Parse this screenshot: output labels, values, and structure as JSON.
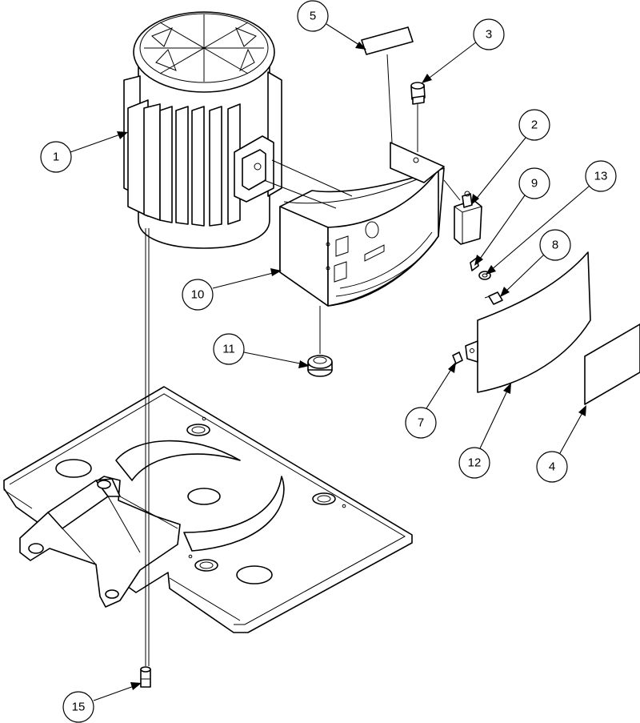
{
  "callouts": [
    {
      "id": "c1",
      "label": "1"
    },
    {
      "id": "c2",
      "label": "2"
    },
    {
      "id": "c3",
      "label": "3"
    },
    {
      "id": "c4",
      "label": "4"
    },
    {
      "id": "c5",
      "label": "5"
    },
    {
      "id": "c7",
      "label": "7"
    },
    {
      "id": "c8",
      "label": "8"
    },
    {
      "id": "c9",
      "label": "9"
    },
    {
      "id": "c10",
      "label": "10"
    },
    {
      "id": "c11",
      "label": "11"
    },
    {
      "id": "c12",
      "label": "12"
    },
    {
      "id": "c13",
      "label": "13"
    },
    {
      "id": "c15",
      "label": "15"
    }
  ],
  "colors": {
    "line": "#000000",
    "fill": "#ffffff"
  }
}
